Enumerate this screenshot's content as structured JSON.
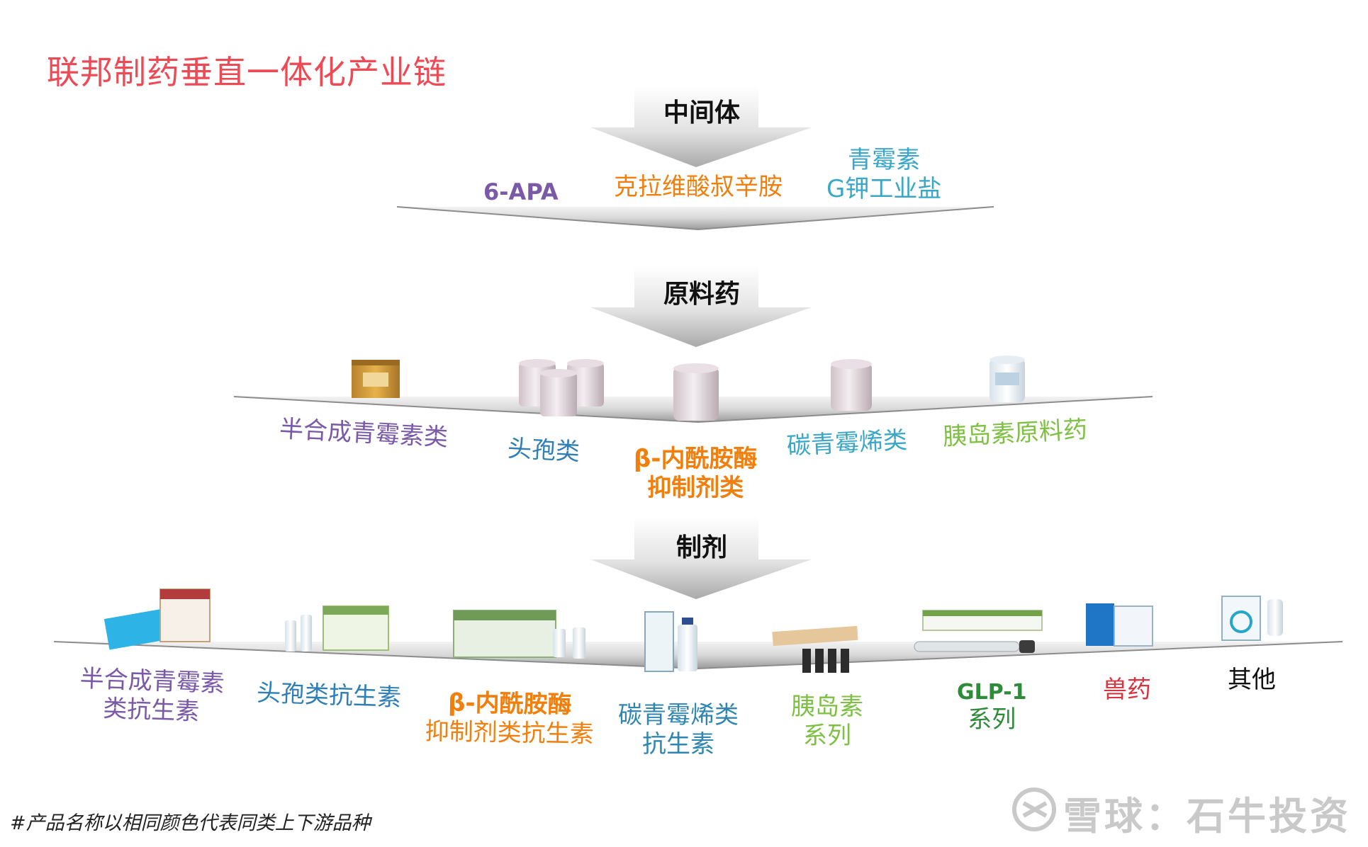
{
  "title": "联邦制药垂直一体化产业链",
  "stages": {
    "intermediate": "中间体",
    "api": "原料药",
    "formulation": "制剂"
  },
  "intermediates": {
    "item1": "6-APA",
    "item2": "克拉维酸叔辛胺",
    "item3_line1": "青霉素",
    "item3_line2": "G钾工业盐"
  },
  "apis": {
    "item1": "半合成青霉素类",
    "item2": "头孢类",
    "item3_line1": "β-内酰胺酶",
    "item3_line2": "抑制剂类",
    "item4": "碳青霉烯类",
    "item5": "胰岛素原料药"
  },
  "formulations": {
    "item1_line1": "半合成青霉素",
    "item1_line2": "类抗生素",
    "item2": "头孢类抗生素",
    "item3_line1": "β-内酰胺酶",
    "item3_line2": "抑制剂类抗生素",
    "item4_line1": "碳青霉烯类",
    "item4_line2": "抗生素",
    "item5_line1": "胰岛素",
    "item5_line2": "系列",
    "item6_line1": "GLP-1",
    "item6_line2": "系列",
    "item7": "兽药",
    "item8": "其他"
  },
  "footnote": "#产品名称以相同颜色代表同类上下游品种",
  "watermark": "雪球：石牛投资",
  "colors": {
    "title": "#ec4a55",
    "purple": "#7a5aa8",
    "blue": "#2f7fb5",
    "orange": "#f07f0e",
    "teal": "#3aa6c8",
    "green": "#7ec043",
    "dark_green": "#2e8b3a",
    "red": "#d8333f"
  }
}
